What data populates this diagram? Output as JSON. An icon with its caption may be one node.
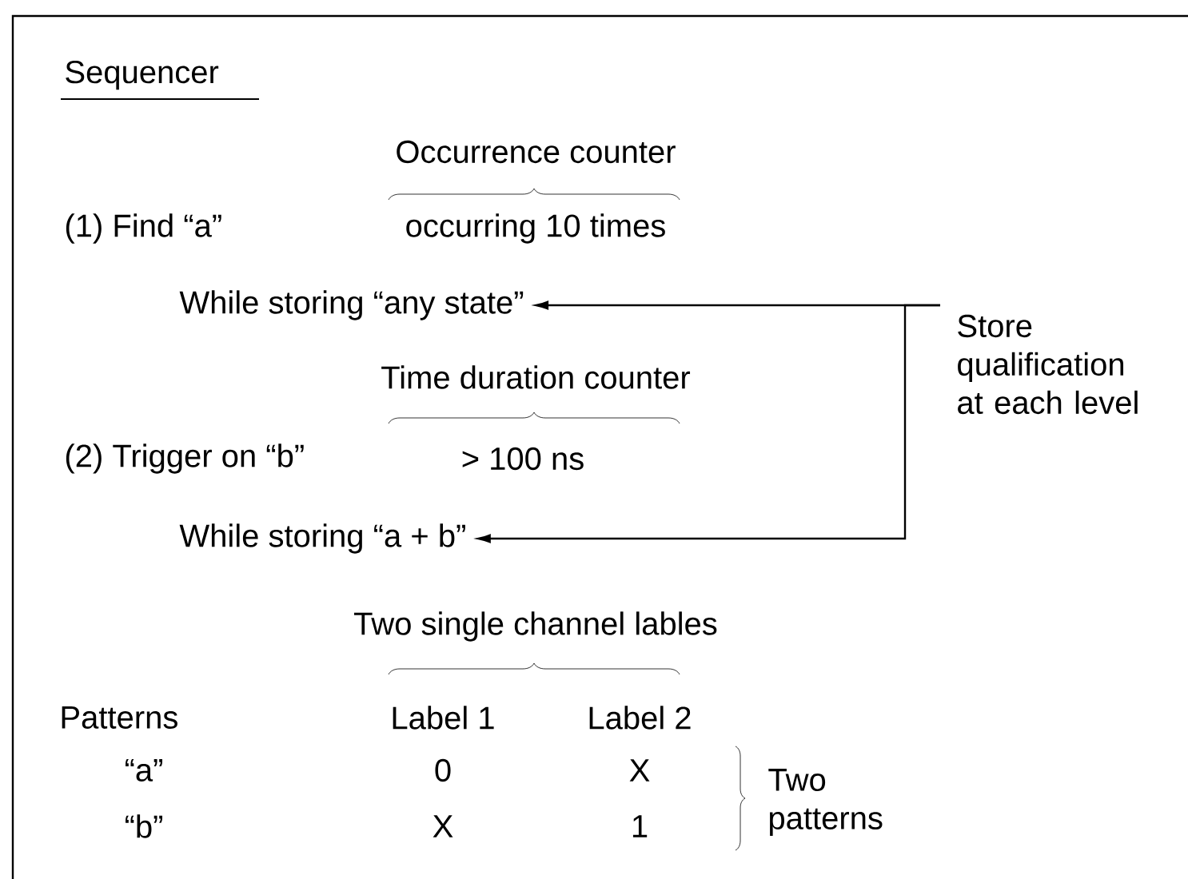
{
  "diagram": {
    "title": "Sequencer",
    "nodes": [
      {
        "text": [
          "While storing “any state”"
        ]
      },
      {
        "text": [
          "While storing “a + b”"
        ]
      },
      {
        "text": [
          "Store qualification at each level"
        ]
      }
    ],
    "edges": [
      {
        "from": 2,
        "to": 0,
        "arrow": "to"
      },
      {
        "from": 2,
        "to": 1,
        "arrow": "to"
      }
    ],
    "labels": [
      "Occurrence counter",
      "(1) Find “a”",
      "occurring 10 times",
      "Time duration counter",
      "(2) Trigger on “b”",
      "> 100 ns",
      "Two single channel lables",
      "Patterns",
      "Label 1",
      "Label 2",
      "“a”",
      "0",
      "X",
      "“b”",
      "X",
      "1",
      "Two patterns"
    ]
  }
}
